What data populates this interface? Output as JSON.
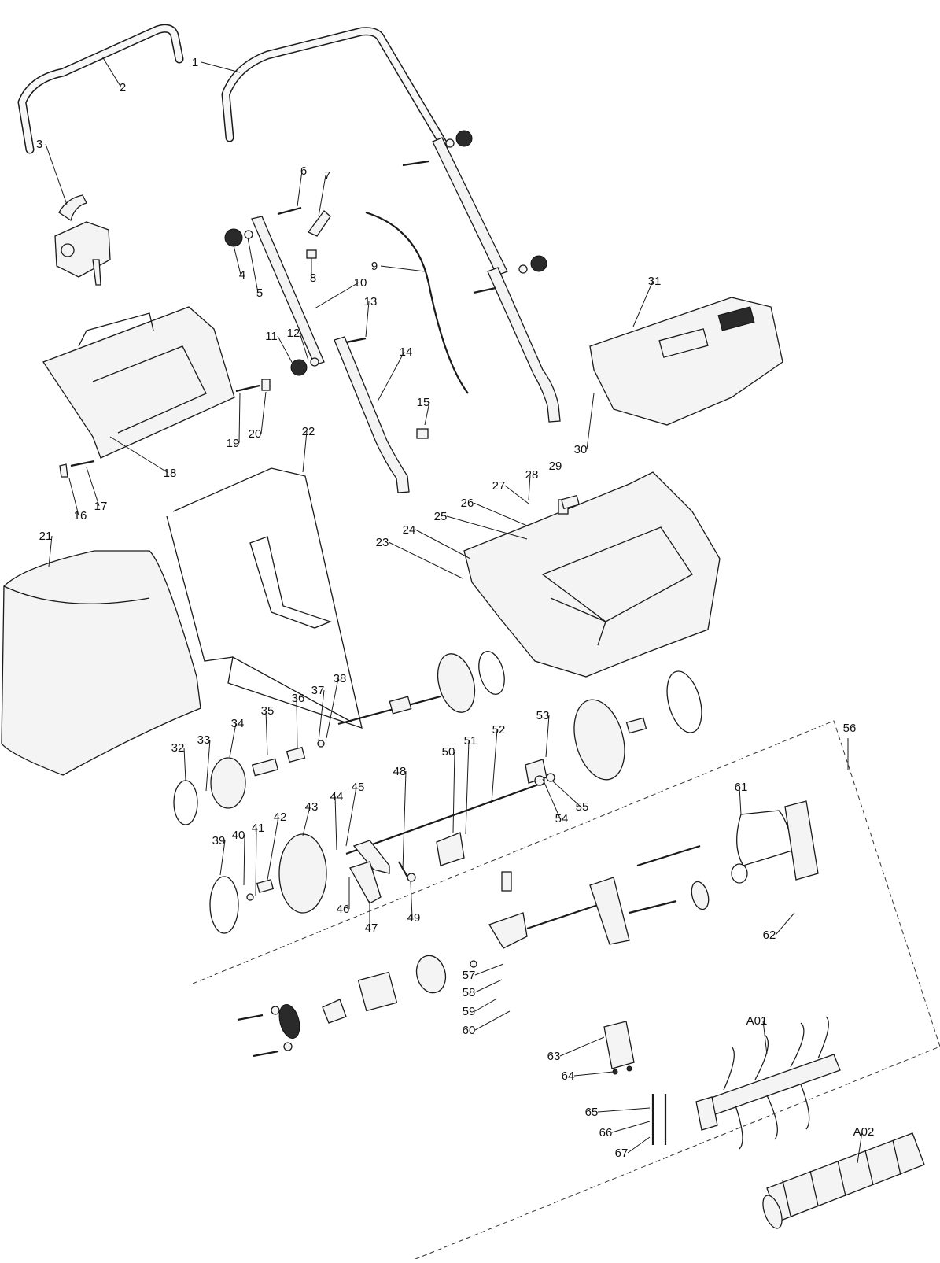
{
  "diagram": {
    "callouts": [
      {
        "id": "c1",
        "label": "1"
      },
      {
        "id": "c2",
        "label": "2"
      },
      {
        "id": "c3",
        "label": "3"
      },
      {
        "id": "c4",
        "label": "4"
      },
      {
        "id": "c5",
        "label": "5"
      },
      {
        "id": "c6",
        "label": "6"
      },
      {
        "id": "c7",
        "label": "7"
      },
      {
        "id": "c8",
        "label": "8"
      },
      {
        "id": "c9",
        "label": "9"
      },
      {
        "id": "c10",
        "label": "10"
      },
      {
        "id": "c11",
        "label": "11"
      },
      {
        "id": "c12",
        "label": "12"
      },
      {
        "id": "c13",
        "label": "13"
      },
      {
        "id": "c14",
        "label": "14"
      },
      {
        "id": "c15",
        "label": "15"
      },
      {
        "id": "c16",
        "label": "16"
      },
      {
        "id": "c17",
        "label": "17"
      },
      {
        "id": "c18",
        "label": "18"
      },
      {
        "id": "c19",
        "label": "19"
      },
      {
        "id": "c20",
        "label": "20"
      },
      {
        "id": "c21",
        "label": "21"
      },
      {
        "id": "c22",
        "label": "22"
      },
      {
        "id": "c23",
        "label": "23"
      },
      {
        "id": "c24",
        "label": "24"
      },
      {
        "id": "c25",
        "label": "25"
      },
      {
        "id": "c26",
        "label": "26"
      },
      {
        "id": "c27",
        "label": "27"
      },
      {
        "id": "c28",
        "label": "28"
      },
      {
        "id": "c29",
        "label": "29"
      },
      {
        "id": "c30",
        "label": "30"
      },
      {
        "id": "c31",
        "label": "31"
      },
      {
        "id": "c32",
        "label": "32"
      },
      {
        "id": "c33",
        "label": "33"
      },
      {
        "id": "c34",
        "label": "34"
      },
      {
        "id": "c35",
        "label": "35"
      },
      {
        "id": "c36",
        "label": "36"
      },
      {
        "id": "c37",
        "label": "37"
      },
      {
        "id": "c38",
        "label": "38"
      },
      {
        "id": "c39",
        "label": "39"
      },
      {
        "id": "c40",
        "label": "40"
      },
      {
        "id": "c41",
        "label": "41"
      },
      {
        "id": "c42",
        "label": "42"
      },
      {
        "id": "c43",
        "label": "43"
      },
      {
        "id": "c44",
        "label": "44"
      },
      {
        "id": "c45",
        "label": "45"
      },
      {
        "id": "c46",
        "label": "46"
      },
      {
        "id": "c47",
        "label": "47"
      },
      {
        "id": "c48",
        "label": "48"
      },
      {
        "id": "c49",
        "label": "49"
      },
      {
        "id": "c50",
        "label": "50"
      },
      {
        "id": "c51",
        "label": "51"
      },
      {
        "id": "c52",
        "label": "52"
      },
      {
        "id": "c53",
        "label": "53"
      },
      {
        "id": "c54",
        "label": "54"
      },
      {
        "id": "c55",
        "label": "55"
      },
      {
        "id": "c56",
        "label": "56"
      },
      {
        "id": "c57",
        "label": "57"
      },
      {
        "id": "c58",
        "label": "58"
      },
      {
        "id": "c59",
        "label": "59"
      },
      {
        "id": "c60",
        "label": "60"
      },
      {
        "id": "c61",
        "label": "61"
      },
      {
        "id": "c62",
        "label": "62"
      },
      {
        "id": "c63",
        "label": "63"
      },
      {
        "id": "c64",
        "label": "64"
      },
      {
        "id": "c65",
        "label": "65"
      },
      {
        "id": "c66",
        "label": "66"
      },
      {
        "id": "c67",
        "label": "67"
      },
      {
        "id": "cA01",
        "label": "A01"
      },
      {
        "id": "cA02",
        "label": "A02"
      }
    ]
  }
}
